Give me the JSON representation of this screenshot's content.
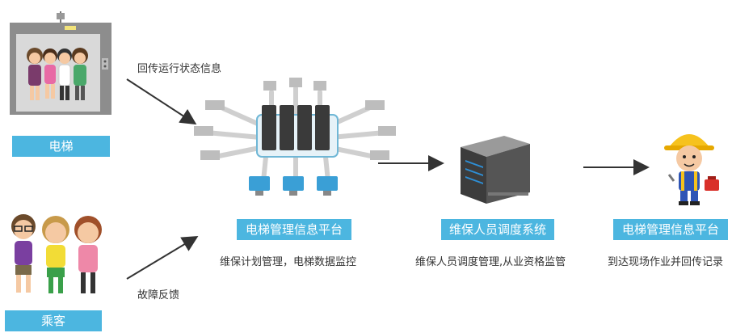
{
  "nodes": {
    "elevator": {
      "label": "电梯"
    },
    "passenger": {
      "label": "乘客"
    },
    "platform": {
      "label": "电梯管理信息平台",
      "caption": "维保计划管理，电梯数据监控"
    },
    "dispatch": {
      "label": "维保人员调度系统",
      "caption": "维保人员调度管理,从业资格监管"
    },
    "worker": {
      "label": "电梯管理信息平台",
      "caption": "到达现场作业并回传记录"
    }
  },
  "edges": {
    "elevator_to_platform": {
      "label": "回传运行状态信息"
    },
    "passenger_to_platform": {
      "label": "故障反馈"
    }
  },
  "colors": {
    "label_bg": "#4cb6e0",
    "arrow": "#333333"
  },
  "icons": {
    "elevator": "elevator-cabin-icon",
    "passengers": "passengers-group-icon",
    "cloud": "server-cluster-network-icon",
    "server": "server-tower-icon",
    "worker": "maintenance-worker-icon"
  }
}
